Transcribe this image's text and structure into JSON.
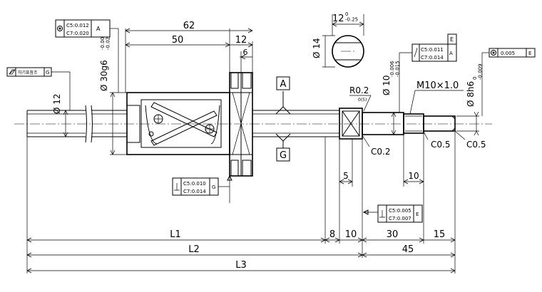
{
  "dimensions": {
    "nut_length": "62",
    "nut_body": "50",
    "flange_width": "12",
    "flange_step": "6",
    "key_width": "12",
    "key_width_tol": "0\n-0.25",
    "key_dia": "Ø 14",
    "shaft_dia": "Ø 12",
    "nut_dia": "Ø 30g6",
    "nut_dia_tol": "-0.007\n-0.020",
    "bearing_dia": "Ø 10",
    "bearing_dia_tol": "-0.006\n-0.015",
    "end_dia": "Ø 8h6",
    "end_dia_tol": "0\n-0.009",
    "thread": "M10×1.0",
    "radius": "R0.2",
    "radius_tol": "0(5)",
    "chamfer_1": "C0.2",
    "chamfer_2": "C0.5",
    "chamfer_3": "C0.5",
    "groove_5": "5",
    "thread_len": "10",
    "L1": "L1",
    "L2": "L2",
    "L3": "L3",
    "seg_8": "8",
    "seg_10": "10",
    "seg_30": "30",
    "seg_15": "15",
    "seg_45": "45"
  },
  "datums": {
    "datum_a": "A",
    "datum_g": "G"
  },
  "tolerance_frames": {
    "runout_nut": {
      "c5": "C5:0.012",
      "c7": "C7:0.020",
      "datum": "A"
    },
    "runout_bearing": {
      "c5": "C5:0.011",
      "c7": "C7:0.014",
      "datum": "A"
    },
    "flatness": {
      "label": "하기표참조",
      "datum": "G"
    },
    "concentric_end": {
      "value": "0.005",
      "datum": "E"
    },
    "perp_flange": {
      "c5": "C5:0.010",
      "c7": "C7:0.014",
      "datum": "G"
    },
    "perp_shoulder": {
      "c5": "C5:0.005",
      "c7": "C7:0.007",
      "datum": "E"
    },
    "datum_e_label": "E"
  }
}
